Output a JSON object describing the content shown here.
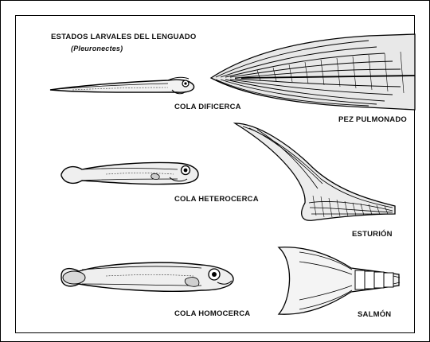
{
  "title": "ESTADOS LARVALES DEL LENGUADO",
  "subtitle": "(Pleuronectes)",
  "labels": {
    "dificerca": "COLA  DIFICERCA",
    "heterocerca": "COLA  HETEROCERCA",
    "homocerca": "COLA  HOMOCERCA",
    "pulmonado": "PEZ  PULMONADO",
    "esturion": "ESTURIÓN",
    "salmon": "SALMÓN"
  }
}
